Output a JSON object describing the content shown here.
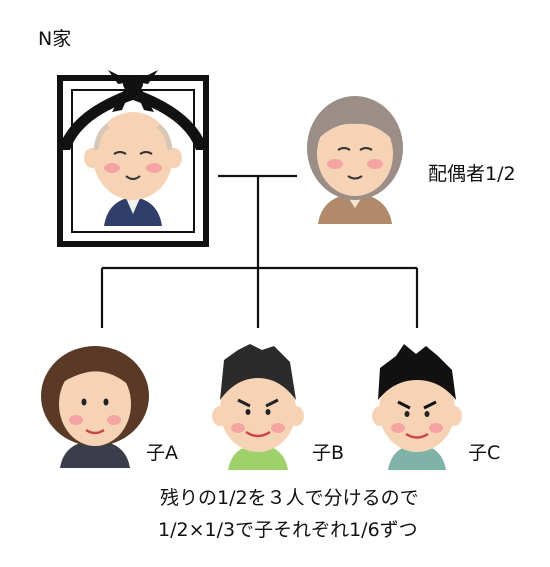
{
  "title": "N家",
  "spouse_label": "配偶者1/2",
  "children": [
    {
      "label": "子A"
    },
    {
      "label": "子B"
    },
    {
      "label": "子C"
    }
  ],
  "note_lines": [
    "残りの1/2を３人で分けるので",
    "1/2×1/3で子それぞれ1/6ずつ"
  ],
  "colors": {
    "line": "#111111",
    "skin": "#f7d3b6",
    "cheek": "#f6a3a3",
    "spouse_hair": "#9b8e86",
    "frame": "#111111"
  }
}
